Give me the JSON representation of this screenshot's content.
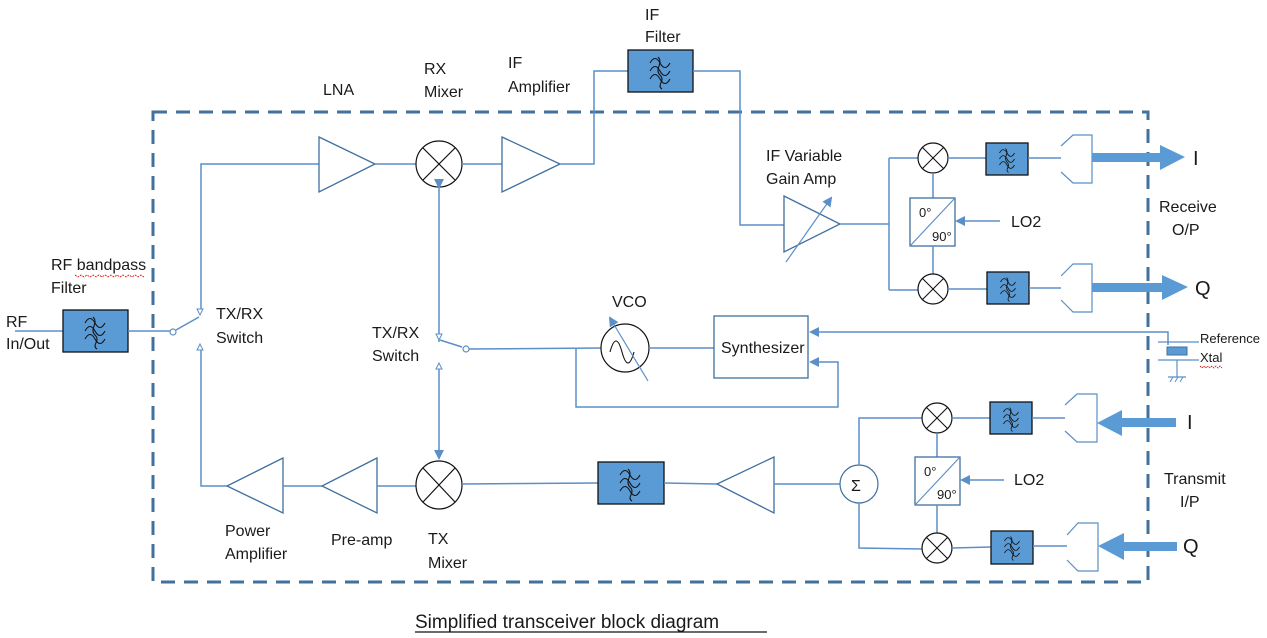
{
  "title": "Simplified transceiver block diagram",
  "labels": {
    "rf_in_out": [
      "RF",
      "In/Out"
    ],
    "rf_bandpass_filter": [
      "RF bandpass",
      "Filter"
    ],
    "txrx_switch_antenna": [
      "TX/RX",
      "Switch"
    ],
    "lna": "LNA",
    "rx_mixer": [
      "RX",
      "Mixer"
    ],
    "if_amplifier": [
      "IF",
      "Amplifier"
    ],
    "if_filter": [
      "IF",
      "Filter"
    ],
    "if_vga": [
      "IF Variable",
      "Gain Amp"
    ],
    "lo2_rx": "LO2",
    "phase_rx": [
      "0°",
      "90°"
    ],
    "receive_op": [
      "Receive",
      "O/P"
    ],
    "rx_i": "I",
    "rx_q": "Q",
    "vco": "VCO",
    "txrx_switch_lo": [
      "TX/RX",
      "Switch"
    ],
    "synthesizer": "Synthesizer",
    "reference_xtal": [
      "Reference",
      "Xtal"
    ],
    "sigma": "Σ",
    "lo2_tx": "LO2",
    "phase_tx": [
      "0°",
      "90°"
    ],
    "transmit_ip": [
      "Transmit",
      "I/P"
    ],
    "tx_i": "I",
    "tx_q": "Q",
    "power_amplifier": [
      "Power",
      "Amplifier"
    ],
    "pre_amp": "Pre-amp",
    "tx_mixer": [
      "TX",
      "Mixer"
    ]
  },
  "colors": {
    "wire": "#5b8fc7",
    "filter_fill": "#5b9bd5",
    "boundary": "#41719c"
  }
}
